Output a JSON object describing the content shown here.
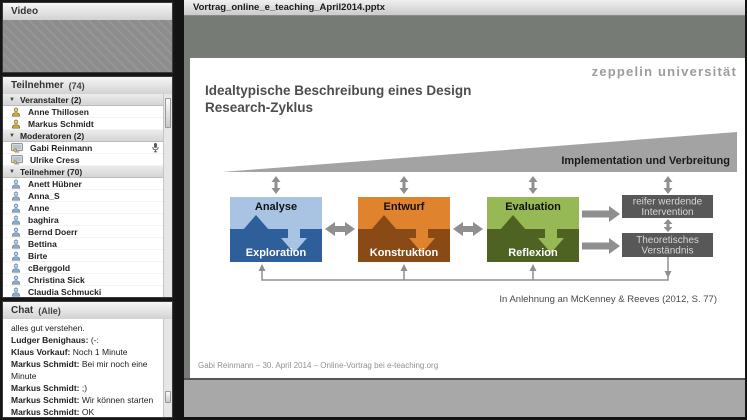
{
  "video_panel": {
    "title": "Video"
  },
  "participants_panel": {
    "title": "Teilnehmer",
    "count": "(74)",
    "microphone_user": "Gabi Reinmann",
    "groups": [
      {
        "label": "Veranstalter (2)",
        "role": "host",
        "members": [
          "Anne Thillosen",
          "Markus Schmidt"
        ]
      },
      {
        "label": "Moderatoren (2)",
        "role": "moderator",
        "members": [
          "Gabi Reinmann",
          "Ulrike Cress"
        ]
      },
      {
        "label": "Teilnehmer (70)",
        "role": "participant",
        "members": [
          "Anett Hübner",
          "Anna_S",
          "Anne",
          "baghira",
          "Bernd Doerr",
          "Bettina",
          "Birte",
          "cBerggold",
          "Christina Sick",
          "Claudia Schmucki"
        ]
      }
    ]
  },
  "chat_panel": {
    "title": "Chat",
    "scope": "(Alle)",
    "messages": [
      {
        "sender": "",
        "text": "alles gut verstehen."
      },
      {
        "sender": "Ludger Benighaus:",
        "text": "(-:"
      },
      {
        "sender": "Klaus Vorkauf:",
        "text": "Noch 1 Minute"
      },
      {
        "sender": "Markus Schmidt:",
        "text": "Bei mir noch eine Minute"
      },
      {
        "sender": "Markus Schmidt:",
        "text": ";)"
      },
      {
        "sender": "Markus Schmidt:",
        "text": "Wir können starten"
      },
      {
        "sender": "Markus Schmidt:",
        "text": "OK"
      }
    ]
  },
  "presentation": {
    "titlebar": "Vortrag_online_e_teaching_April2014.pptx",
    "slide": {
      "logo": "zeppelin universität",
      "title_line1": "Idealtypische Beschreibung eines Design",
      "title_line2": "Research-Zyklus",
      "wedge_label": "Implementation und Verbreitung",
      "cycle_boxes": [
        {
          "top": "Analyse",
          "bottom": "Exploration",
          "top_color": "#a8c4e2",
          "bottom_color": "#2e5f9b"
        },
        {
          "top": "Entwurf",
          "bottom": "Konstruktion",
          "top_color": "#e0832f",
          "bottom_color": "#8a4a15"
        },
        {
          "top": "Evaluation",
          "bottom": "Reflexion",
          "top_color": "#96b855",
          "bottom_color": "#4e6322"
        }
      ],
      "outcome_boxes": [
        {
          "line1": "reifer werdende",
          "line2": "Intervention"
        },
        {
          "line1": "Theoretisches",
          "line2": "Verständnis"
        }
      ],
      "citation": "In Anlehnung an McKenney & Reeves (2012, S. 77)",
      "footer": "Gabi Reinmann – 30. April 2014 – Online-Vortrag bei e-teaching.org"
    }
  },
  "colors": {
    "arrow_gray": "#8f8f8f",
    "wedge_gray": "#a3a3a3",
    "outcome_box_gray": "#585858"
  }
}
